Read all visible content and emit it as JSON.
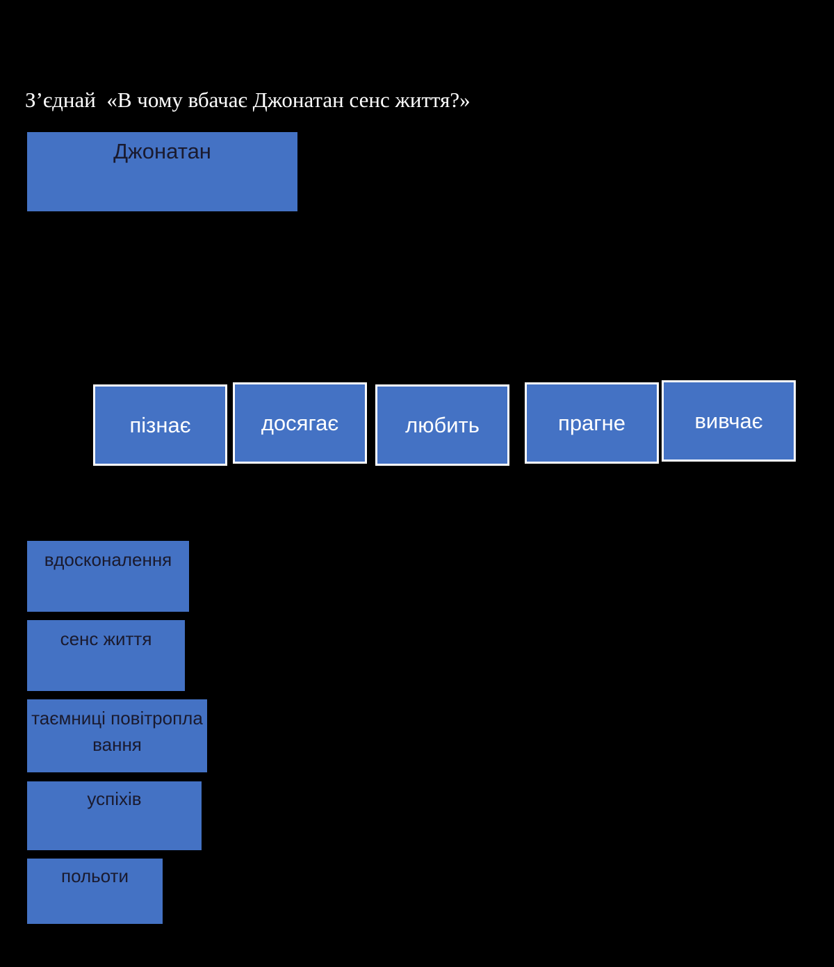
{
  "title": "З’єднай  «В чому вбачає Джонатан сенс життя?»",
  "subject": "Джонатан",
  "verbs": [
    "пізнає",
    "досягає",
    "любить",
    "прагне",
    "вивчає"
  ],
  "nouns": [
    "вдосконалення",
    "сенс життя",
    "таємниці повітроплавання",
    "успіхів",
    "польоти"
  ],
  "colors": {
    "box": "#4472C4",
    "border": "#FFFFFF",
    "background": "#000000"
  }
}
